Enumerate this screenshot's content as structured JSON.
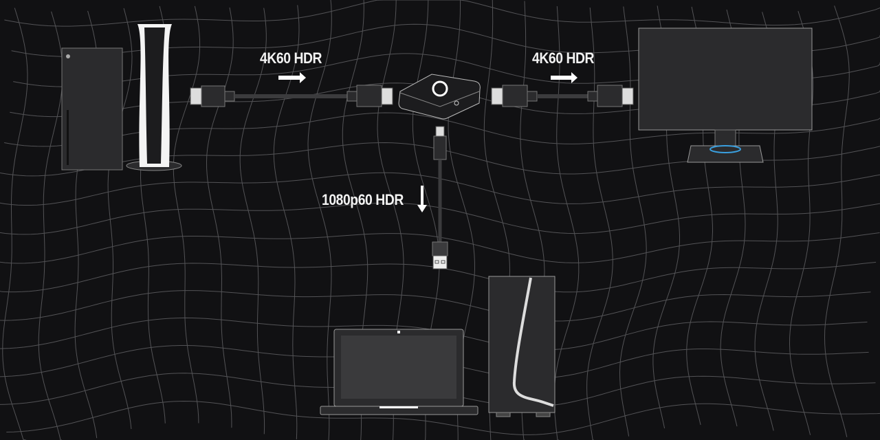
{
  "labels": {
    "console_to_capture": "4K60 HDR",
    "capture_to_monitor": "4K60 HDR",
    "capture_to_pc": "1080p60 HDR"
  },
  "colors": {
    "background": "#111113",
    "grid": "#8a8a8e",
    "device": "#2b2b2d",
    "accent": "#3aa0e0"
  }
}
